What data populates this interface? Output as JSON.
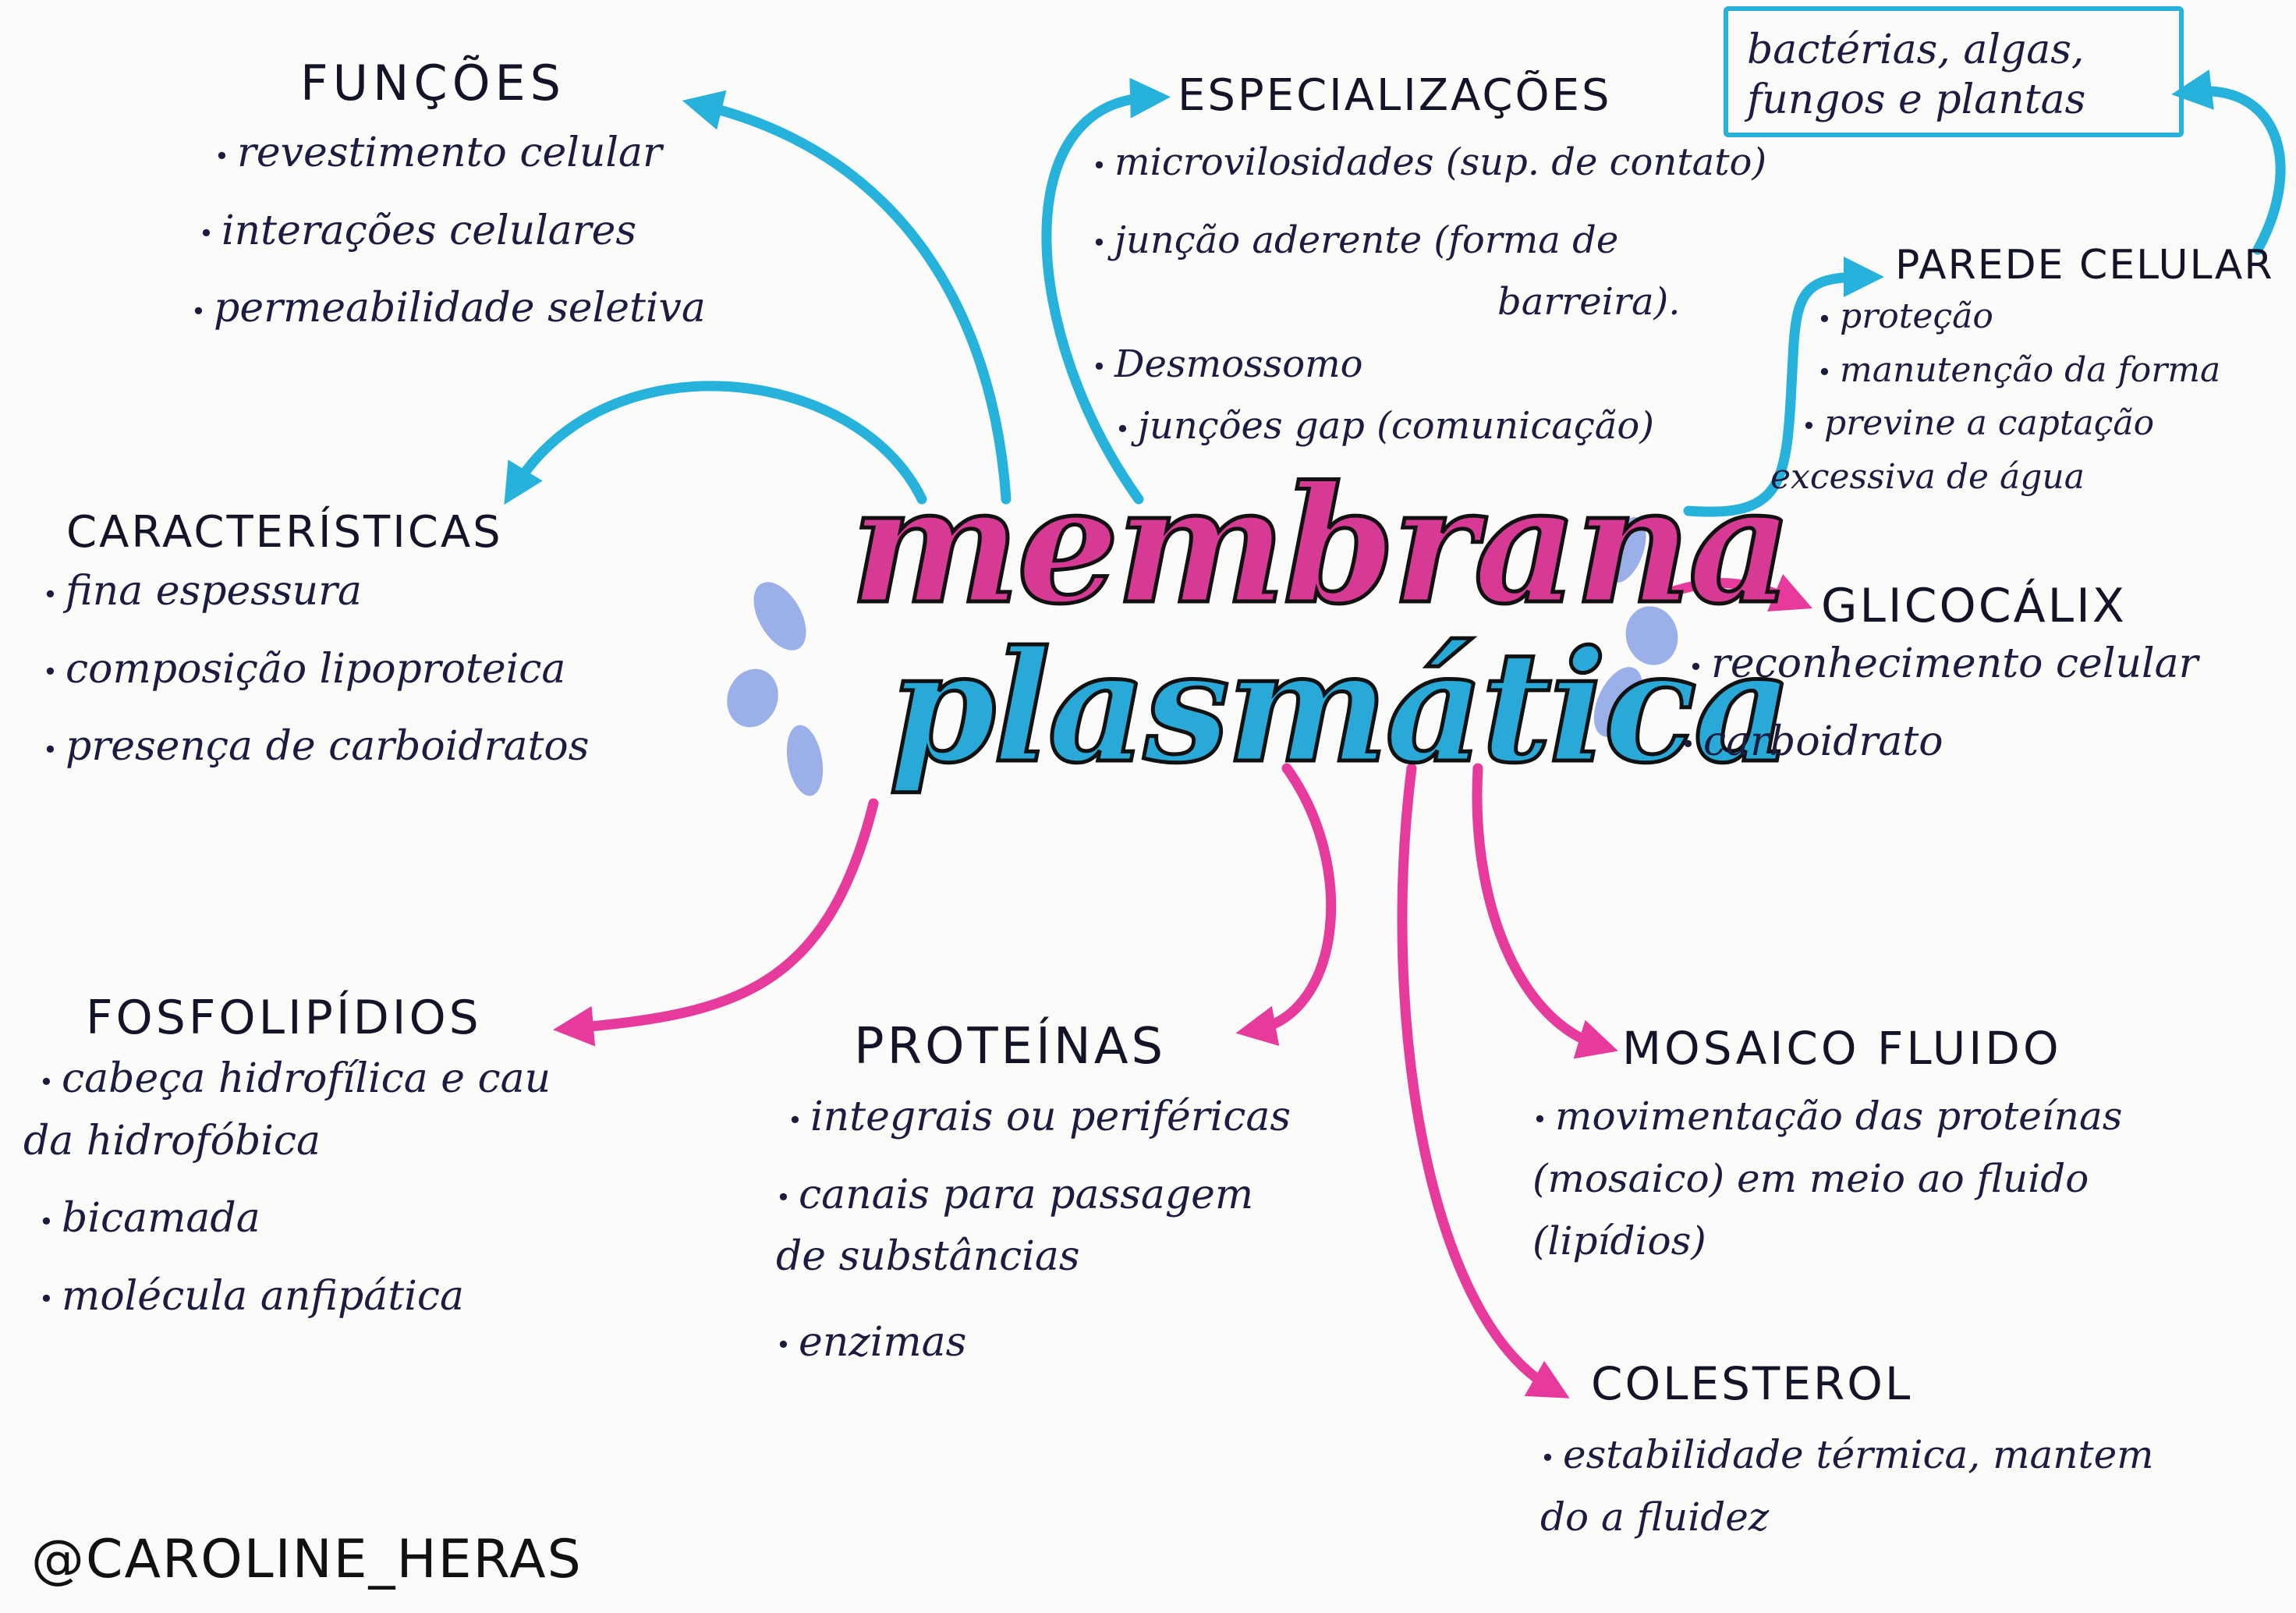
{
  "center": {
    "line1": "membrana",
    "line2": "plasmática"
  },
  "watermark": "@CAROLINE_HERAS",
  "callout": {
    "line1": "bactérias, algas,",
    "line2": "fungos e plantas"
  },
  "colors": {
    "blue_arrow": "#27b2dc",
    "pink_arrow": "#e63a9c",
    "title_pink": "#d63a95",
    "title_blue": "#29a9d8",
    "drop_blue": "#8aa1e6",
    "ink": "#1c1c40"
  },
  "funcoes": {
    "title": "FUNÇÕES",
    "items": [
      "revestimento celular",
      "interações celulares",
      "permeabilidade seletiva"
    ]
  },
  "especializacoes": {
    "title": "ESPECIALIZAÇÕES",
    "items": [
      "microvilosidades (sup. de contato)",
      "junção aderente (forma de",
      "barreira).",
      "Desmossomo",
      "junções gap (comunicação)"
    ]
  },
  "parede": {
    "title": "PAREDE CELULAR",
    "items": [
      "proteção",
      "manutenção da forma",
      "previne a captação",
      "excessiva de água"
    ]
  },
  "caracteristicas": {
    "title": "CARACTERÍSTICAS",
    "items": [
      "fina espessura",
      "composição lipoproteica",
      "presença de carboidratos"
    ]
  },
  "glicocalix": {
    "title": "GLICOCÁLIX",
    "items": [
      "reconhecimento celular",
      "carboidrato"
    ]
  },
  "fosfolipidios": {
    "title": "FOSFOLIPÍDIOS",
    "items": [
      "cabeça hidrofílica e cau",
      "da hidrofóbica",
      "bicamada",
      "molécula anfipática"
    ]
  },
  "proteinas": {
    "title": "PROTEÍNAS",
    "items": [
      "integrais ou periféricas",
      "canais para passagem",
      "de substâncias",
      "enzimas"
    ]
  },
  "mosaico": {
    "title": "MOSAICO FLUIDO",
    "items": [
      "movimentação das proteínas",
      "(mosaico) em meio ao fluido",
      "(lipídios)"
    ]
  },
  "colesterol": {
    "title": "COLESTEROL",
    "items": [
      "estabilidade térmica, mantem",
      "do a fluidez"
    ]
  }
}
